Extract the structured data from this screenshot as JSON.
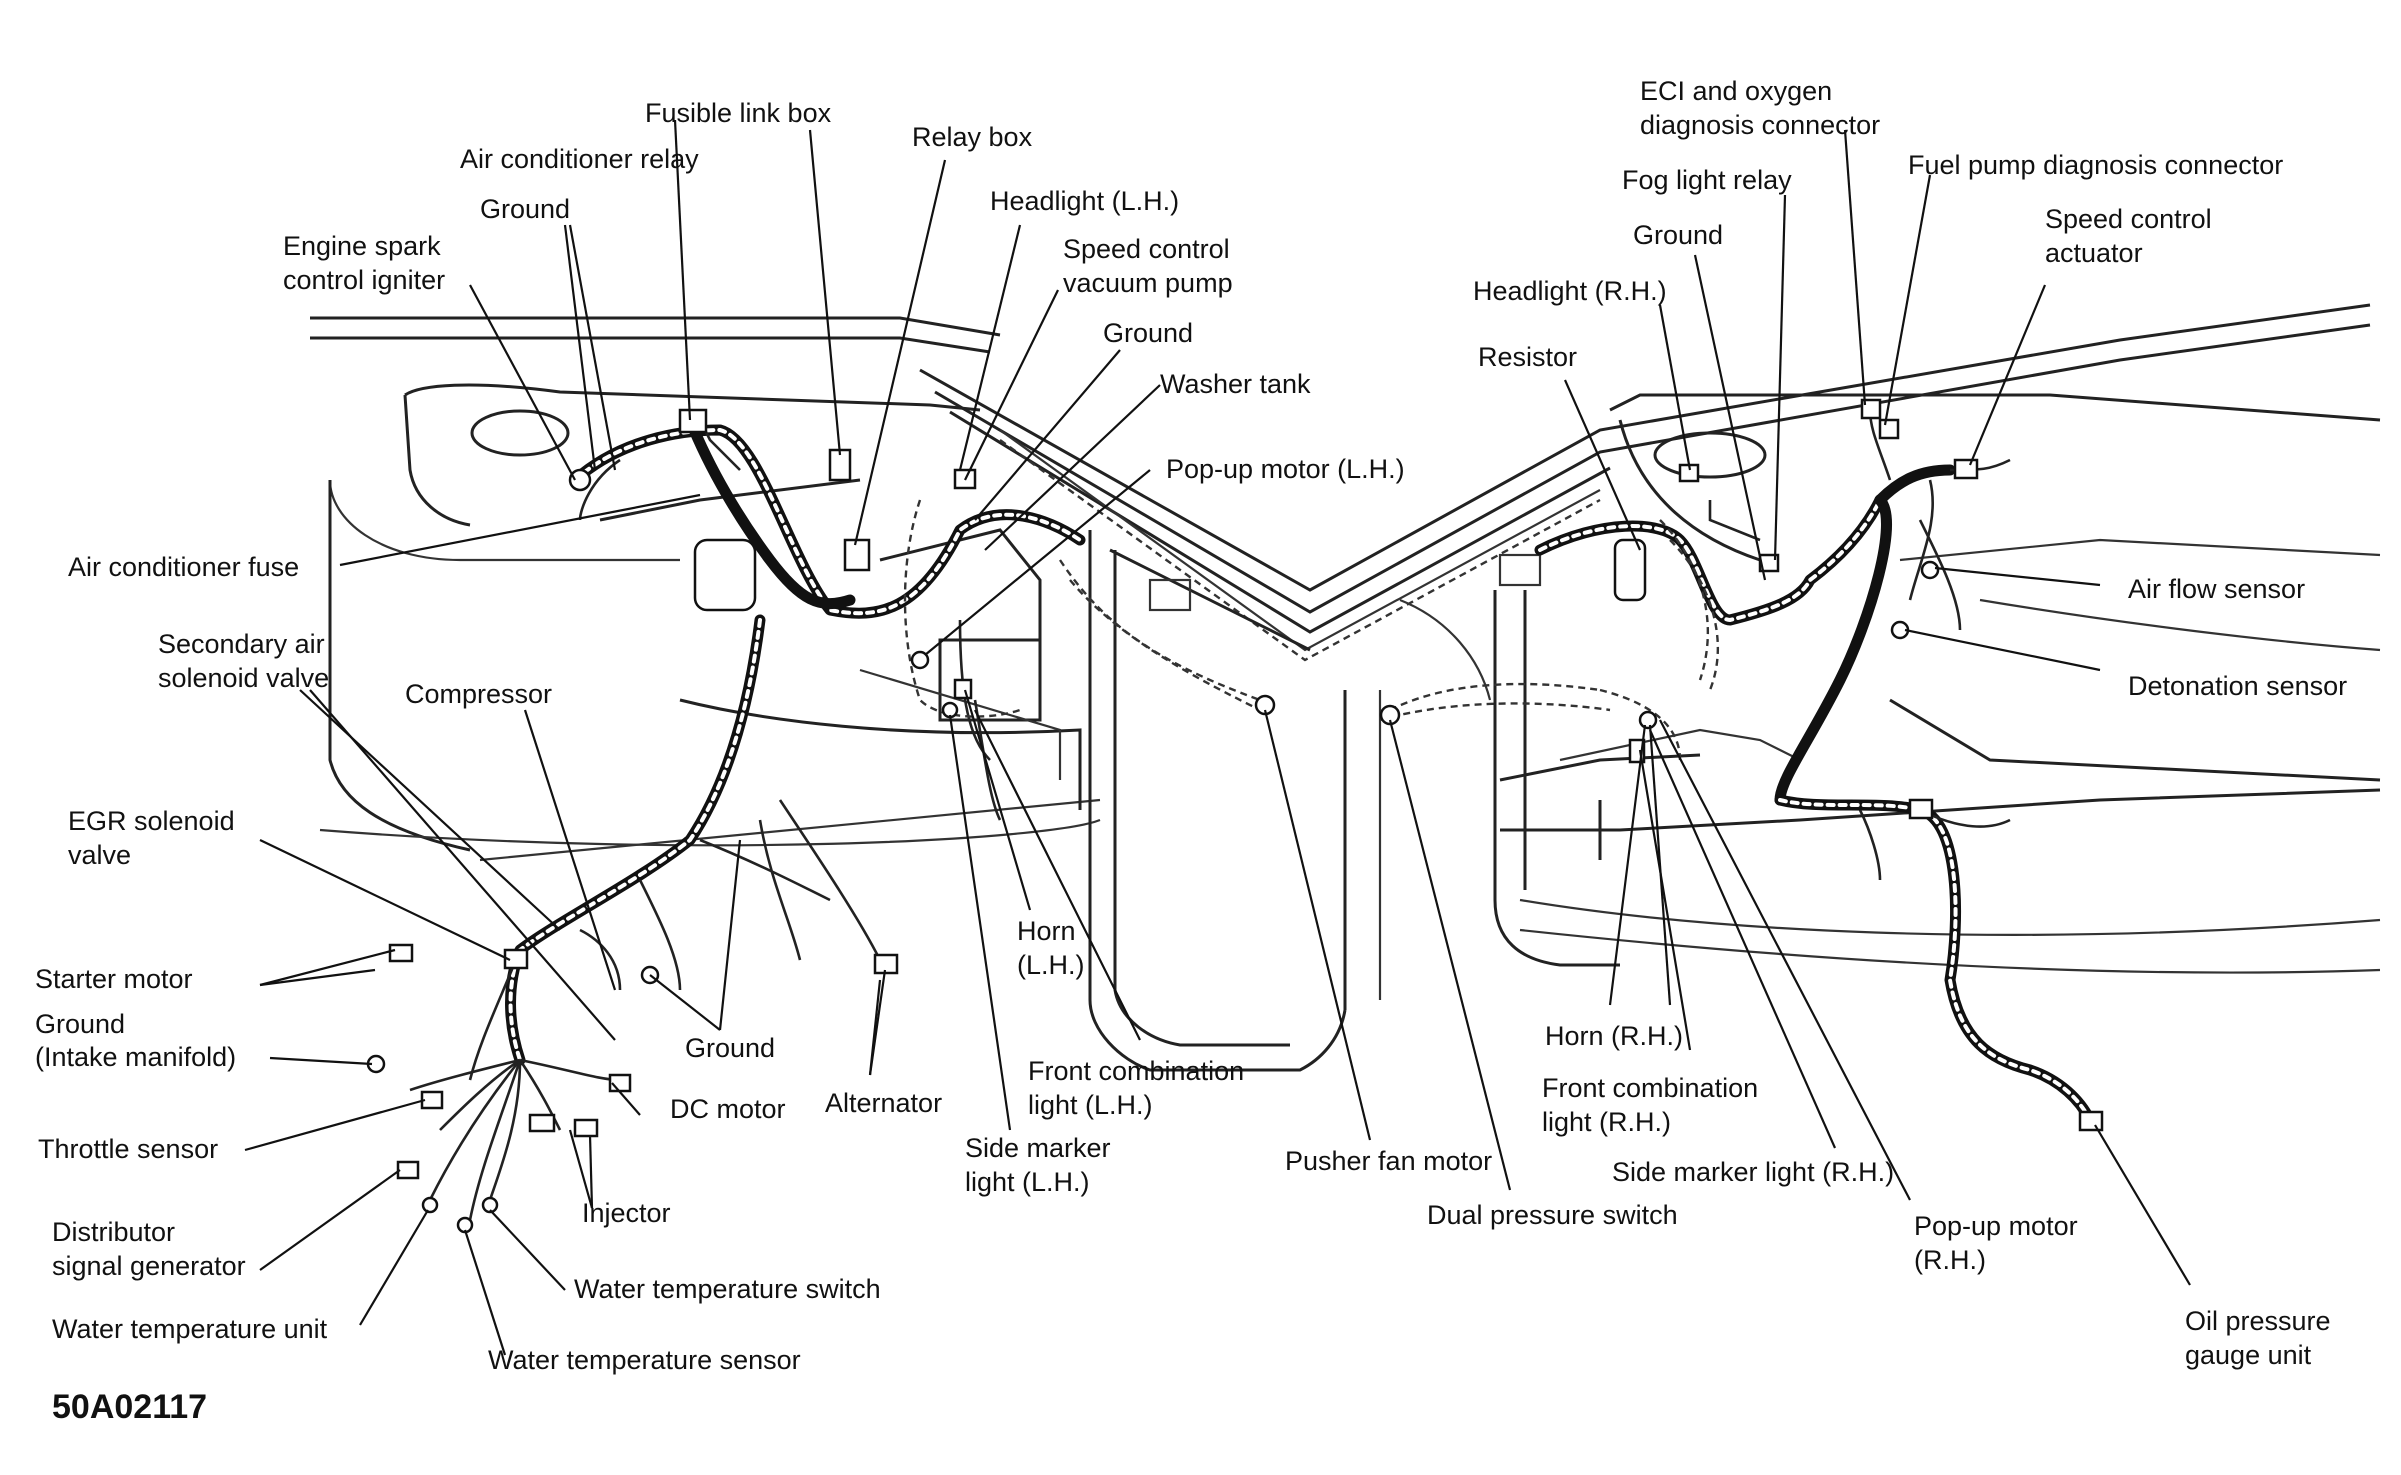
{
  "labels": {
    "fusible_link_box": "Fusible link box",
    "air_conditioner_relay": "Air conditioner relay",
    "relay_box": "Relay box",
    "ground_1": "Ground",
    "headlight_lh": "Headlight (L.H.)",
    "engine_spark_1": "Engine spark",
    "engine_spark_2": "control igniter",
    "speed_control_pump_1": "Speed control",
    "speed_control_pump_2": "vacuum pump",
    "ground_2": "Ground",
    "washer_tank": "Washer tank",
    "popup_motor_lh": "Pop-up motor (L.H.)",
    "air_conditioner_fuse": "Air conditioner fuse",
    "secondary_air_1": "Secondary air",
    "secondary_air_2": "solenoid valve",
    "compressor": "Compressor",
    "egr_1": "EGR solenoid",
    "egr_2": "valve",
    "starter_motor": "Starter motor",
    "ground_intake_1": "Ground",
    "ground_intake_2": "(Intake manifold)",
    "dc_motor": "DC motor",
    "ground_3": "Ground",
    "alternator": "Alternator",
    "throttle_sensor": "Throttle sensor",
    "injector": "Injector",
    "distributor_1": "Distributor",
    "distributor_2": "signal generator",
    "water_temp_switch": "Water temperature switch",
    "water_temp_unit": "Water temperature unit",
    "water_temp_sensor": "Water temperature sensor",
    "horn_lh_1": "Horn",
    "horn_lh_2": "(L.H.)",
    "front_comb_lh_1": "Front combination",
    "front_comb_lh_2": "light (L.H.)",
    "side_marker_lh_1": "Side marker",
    "side_marker_lh_2": "light (L.H.)",
    "pusher_fan_motor": "Pusher fan motor",
    "dual_pressure_switch": "Dual pressure switch",
    "eci_1": "ECI and oxygen",
    "eci_2": "diagnosis connector",
    "fog_light_relay": "Fog light relay",
    "fuel_pump_diag": "Fuel pump diagnosis connector",
    "ground_4": "Ground",
    "speed_control_act_1": "Speed control",
    "speed_control_act_2": "actuator",
    "headlight_rh": "Headlight (R.H.)",
    "resistor": "Resistor",
    "air_flow_sensor": "Air flow sensor",
    "detonation_sensor": "Detonation sensor",
    "horn_rh": "Horn (R.H.)",
    "front_comb_rh_1": "Front combination",
    "front_comb_rh_2": "light (R.H.)",
    "side_marker_rh": "Side marker light (R.H.)",
    "popup_motor_rh_1": "Pop-up motor",
    "popup_motor_rh_2": "(R.H.)",
    "oil_pressure_1": "Oil pressure",
    "oil_pressure_2": "gauge unit"
  },
  "figure_code": "50A02117"
}
